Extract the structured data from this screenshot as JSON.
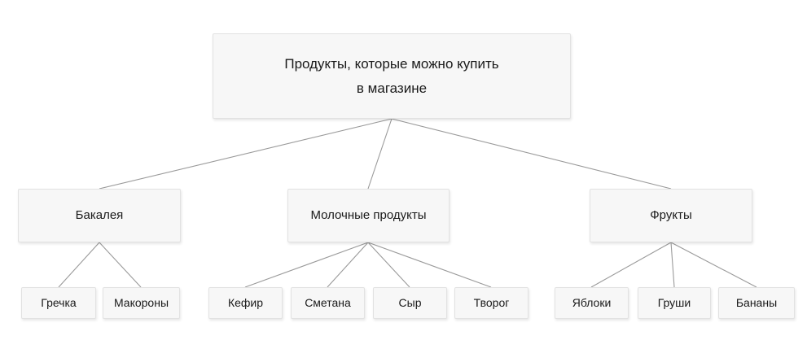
{
  "diagram": {
    "type": "tree",
    "orientation": "top-down",
    "levels": 3,
    "style": {
      "page_background": "#ffffff",
      "node_fill": "#f7f7f7",
      "node_border": "#e2e2e2",
      "connector_color": "#9a9a9a",
      "text_color": "#1a1a1a"
    },
    "root": {
      "id": "root",
      "label": "Продукты, которые можно купить\nв магазине"
    },
    "categories": [
      {
        "id": "bakaleya",
        "label": "Бакалея",
        "children": [
          {
            "id": "grechka",
            "label": "Гречка"
          },
          {
            "id": "makorony",
            "label": "Макороны"
          }
        ]
      },
      {
        "id": "molochnye",
        "label": "Молочные продукты",
        "children": [
          {
            "id": "kefir",
            "label": "Кефир"
          },
          {
            "id": "smetana",
            "label": "Сметана"
          },
          {
            "id": "syr",
            "label": "Сыр"
          },
          {
            "id": "tvorog",
            "label": "Творог"
          }
        ]
      },
      {
        "id": "frukty",
        "label": "Фрукты",
        "children": [
          {
            "id": "yabloki",
            "label": "Яблоки"
          },
          {
            "id": "grushi",
            "label": "Груши"
          },
          {
            "id": "banany",
            "label": "Бананы"
          }
        ]
      }
    ]
  }
}
